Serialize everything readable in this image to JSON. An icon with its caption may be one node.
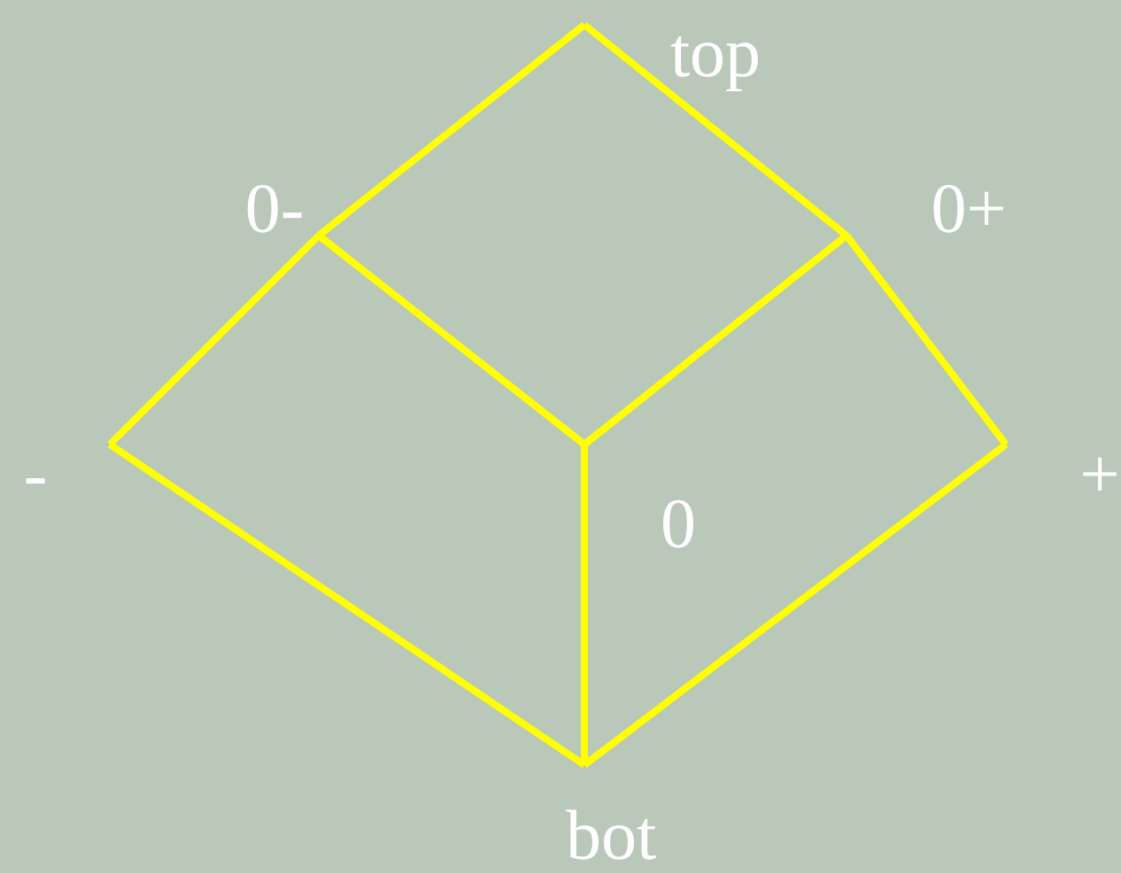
{
  "diagram": {
    "nodes": [
      {
        "text": [
          "top"
        ]
      },
      {
        "text": [
          "0-"
        ]
      },
      {
        "text": [
          "0+"
        ]
      },
      {
        "text": [
          "-"
        ]
      },
      {
        "text": [
          "0"
        ]
      },
      {
        "text": [
          "+"
        ]
      },
      {
        "text": [
          "bot"
        ]
      }
    ],
    "edges": [
      {
        "from": 0,
        "to": 1,
        "arrow": "none"
      },
      {
        "from": 0,
        "to": 2,
        "arrow": "none"
      },
      {
        "from": 1,
        "to": 3,
        "arrow": "none"
      },
      {
        "from": 1,
        "to": 4,
        "arrow": "none"
      },
      {
        "from": 2,
        "to": 4,
        "arrow": "none"
      },
      {
        "from": 2,
        "to": 5,
        "arrow": "none"
      },
      {
        "from": 3,
        "to": 6,
        "arrow": "none"
      },
      {
        "from": 4,
        "to": 6,
        "arrow": "none"
      },
      {
        "from": 5,
        "to": 6,
        "arrow": "none"
      }
    ]
  }
}
